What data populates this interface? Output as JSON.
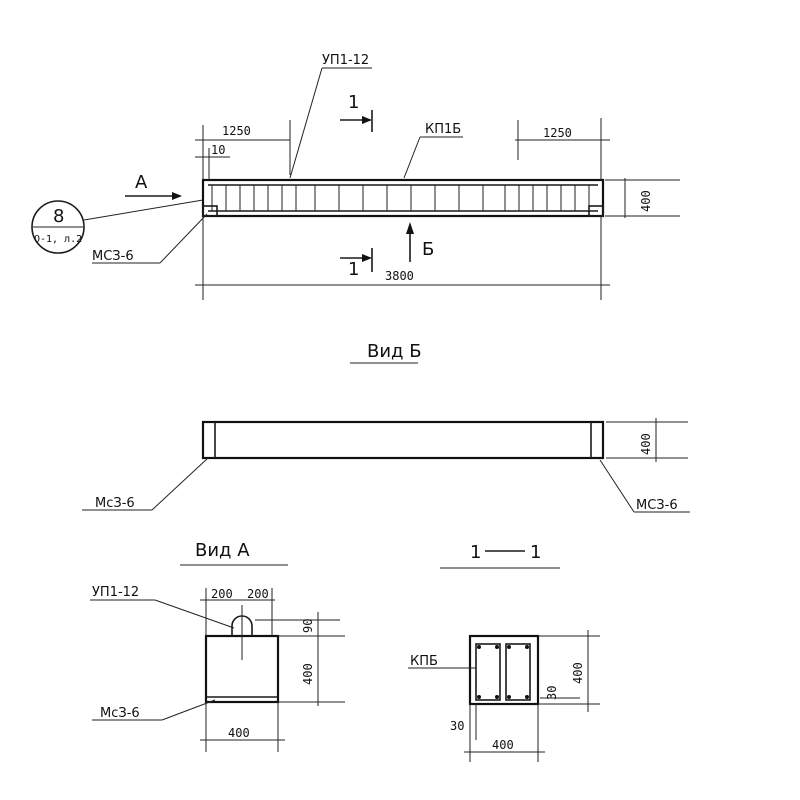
{
  "ink_color": "#111111",
  "paper_color": "#ffffff",
  "elevation": {
    "mark_top": "УП1-12",
    "mark_frame": "КП1Б",
    "mark_plate": "МСЗ-6",
    "dim_left": "1250",
    "dim_right": "1250",
    "dim_small": "10",
    "dim_height": "400",
    "dim_total": "3800",
    "view_a_arrow": "А",
    "view_b_arrow": "Б",
    "section_top": "1",
    "section_bottom": "1",
    "bubble_num": "8",
    "bubble_sheet": "О-1, л.2"
  },
  "view_b": {
    "title": "Вид Б",
    "dim_height": "400",
    "plate_left": "МсЗ-6",
    "plate_right": "МСЗ-6"
  },
  "view_a": {
    "title": "Вид А",
    "mark_top": "УП1-12",
    "dim_200_left": "200",
    "dim_200_right": "200",
    "dim_90": "90",
    "dim_height": "400",
    "dim_width": "400",
    "plate": "МсЗ-6"
  },
  "section": {
    "title_left": "1",
    "title_right": "1",
    "frame": "КПБ",
    "dim_30_side": "30",
    "dim_height": "400",
    "dim_30_bottom": "30",
    "dim_width": "400"
  }
}
